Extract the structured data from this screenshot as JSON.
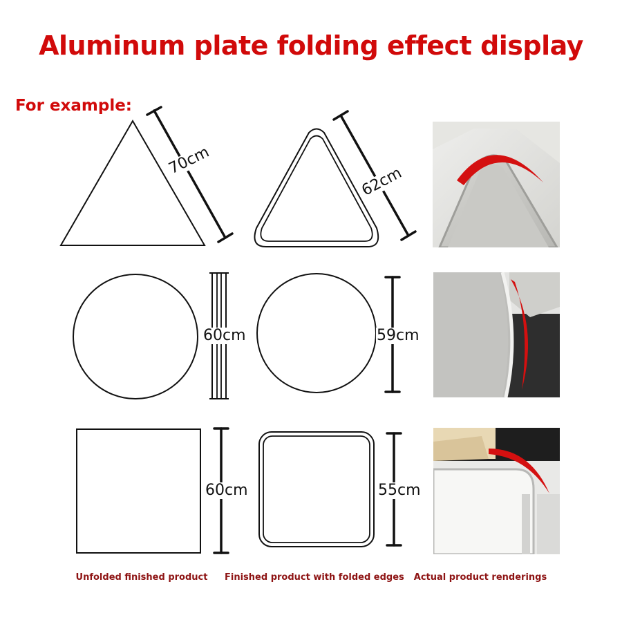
{
  "title": "Aluminum plate folding effect display",
  "subtitle": "For example:",
  "rows": [
    {
      "shape": "triangle",
      "unfolded_size": "70cm",
      "folded_size": "62cm"
    },
    {
      "shape": "circle",
      "unfolded_size": "60cm",
      "folded_size": "59cm"
    },
    {
      "shape": "square",
      "unfolded_size": "60cm",
      "folded_size": "55cm"
    }
  ],
  "captions": {
    "unfolded": "Unfolded finished product",
    "folded": "Finished product with folded edges",
    "actual": "Actual product renderings"
  },
  "colors": {
    "title": "#d10a0a",
    "caption": "#8e1414",
    "outline": "#111111",
    "accent_arc": "#d41010"
  }
}
